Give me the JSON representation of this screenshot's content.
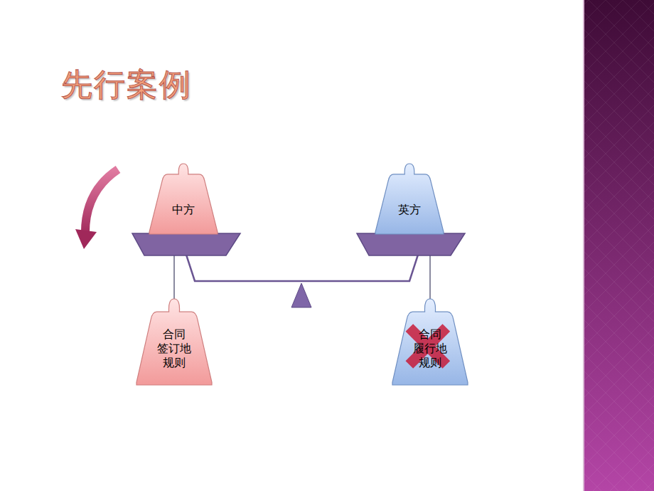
{
  "diagram": {
    "title": "先行案例",
    "nodes": [
      {
        "text": [
          "中方"
        ]
      },
      {
        "text": [
          "英方"
        ]
      },
      {
        "text": [
          "合同 签订地 规则"
        ]
      },
      {
        "text": [
          "合同 履行地 规则"
        ]
      }
    ],
    "edges": [
      {
        "from": 0,
        "to": 2,
        "arrow": "none"
      },
      {
        "from": 1,
        "to": 3,
        "arrow": "none"
      }
    ]
  }
}
